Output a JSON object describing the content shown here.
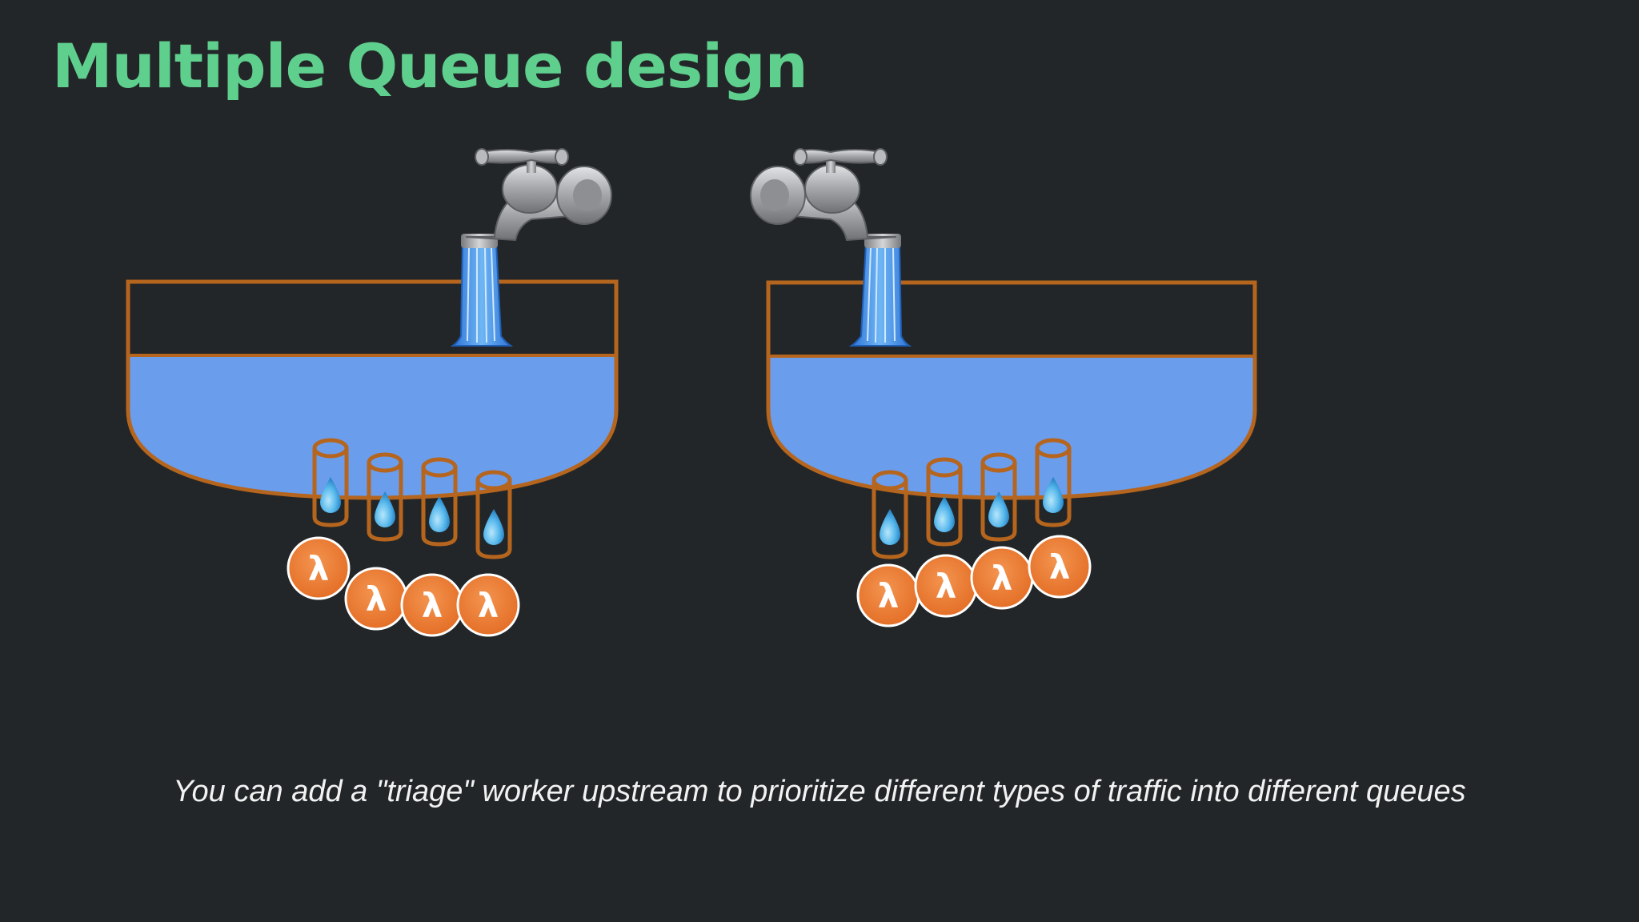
{
  "title": "Multiple Queue design",
  "caption": "You can add a \"triage\" worker upstream to prioritize different types of traffic into different queues",
  "lambda_symbol": "λ",
  "colors": {
    "background": "#232628",
    "title": "#5fcf8e",
    "water": "#6b9ded",
    "basin_outline": "#b5651d",
    "lambda_orange": "#ec7a35",
    "faucet_metal": "#a6a8ab",
    "droplet": "#57b8ec"
  },
  "icons": {
    "faucet": "faucet-icon",
    "droplet": "water-droplet-icon",
    "lambda": "lambda-icon"
  },
  "queues": [
    {
      "name": "left-queue",
      "worker_count": 4
    },
    {
      "name": "right-queue",
      "worker_count": 4
    }
  ]
}
